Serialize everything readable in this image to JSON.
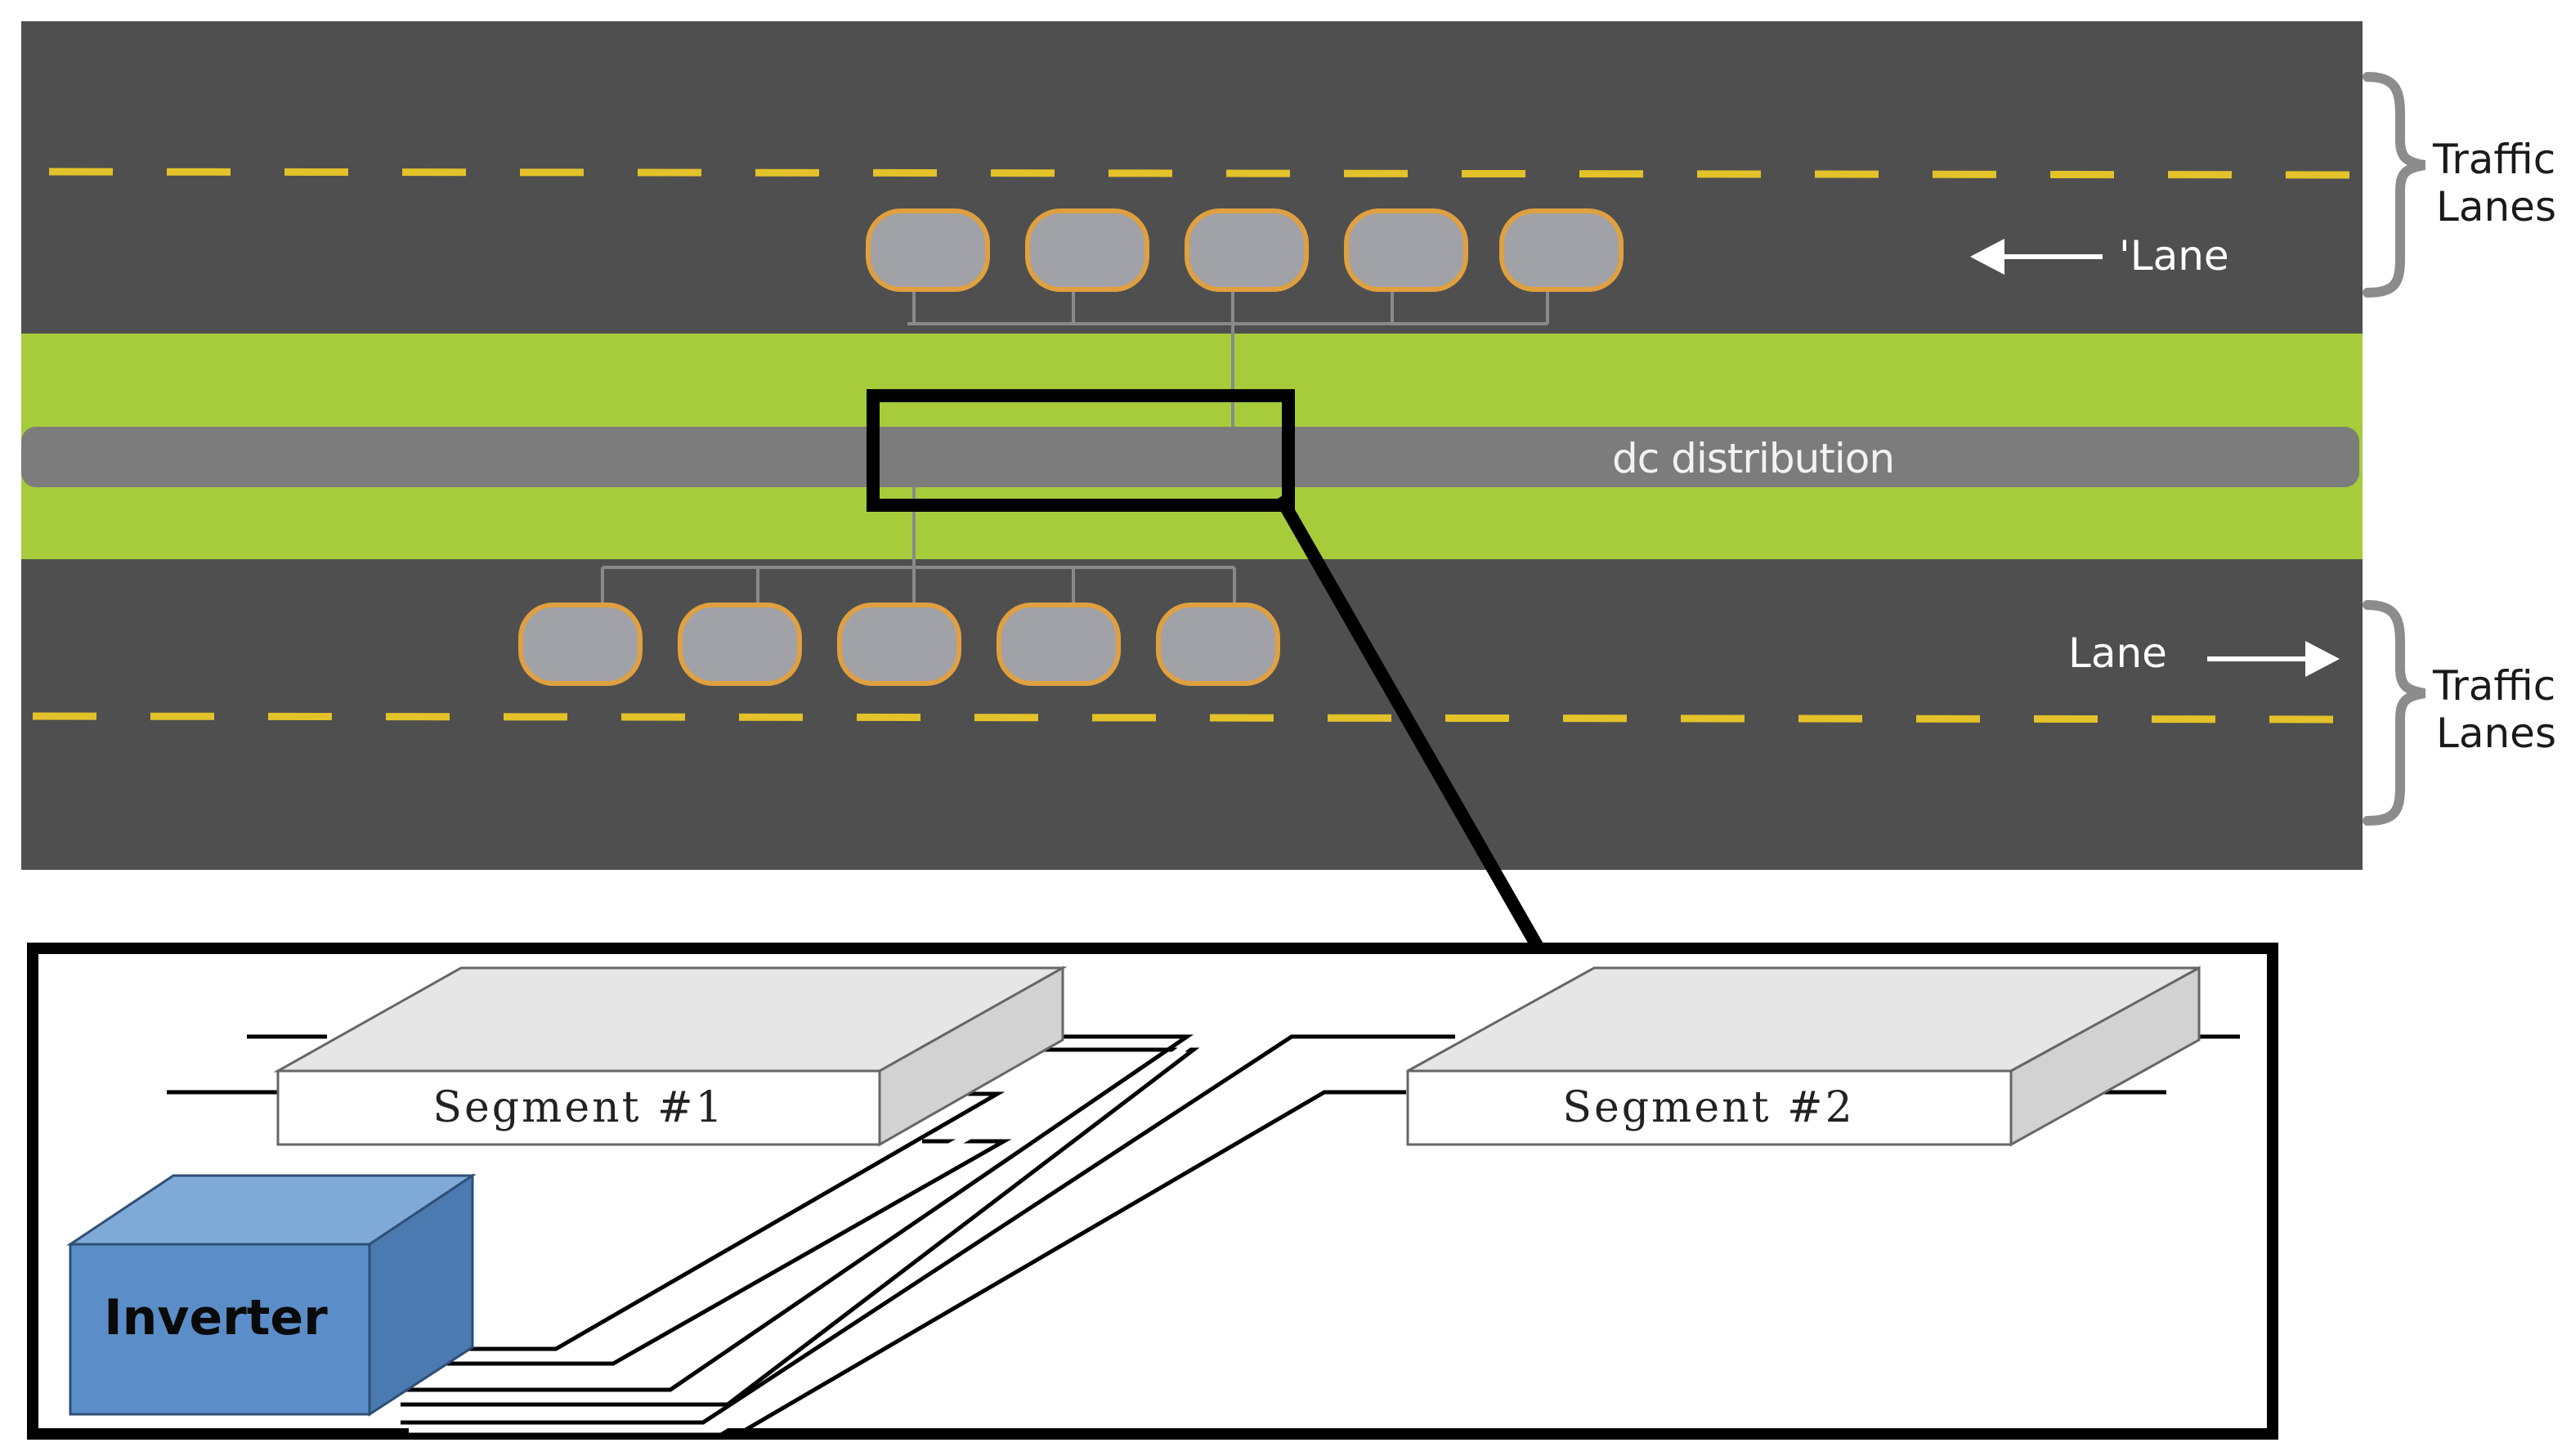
{
  "road": {
    "upper_traffic_label_line1": "Traffic",
    "upper_traffic_label_line2": "Lanes",
    "lower_traffic_label_line1": "Traffic",
    "lower_traffic_label_line2": "Lanes",
    "upper_lane_label": "'Lane",
    "lower_lane_label": "Lane",
    "dc_label": "dc distribution",
    "colors": {
      "asphalt": "#4f4f4f",
      "median_green": "#a6cc3c",
      "dc_bus": "#7c7c7c",
      "lane_dash": "#e3c22a",
      "coil_fill": "#a1a1a8",
      "coil_border": "#e0a040"
    }
  },
  "detail": {
    "segment1_label": "Segment #1",
    "segment2_label": "Segment #2",
    "inverter_label": "Inverter",
    "colors": {
      "inverter_front": "#5b8ec8",
      "inverter_top": "#7fa9d6",
      "inverter_side": "#4a7ab0",
      "segment_top": "#e6e6e6",
      "segment_front": "#ffffff",
      "segment_side": "#d2d2d2"
    }
  }
}
